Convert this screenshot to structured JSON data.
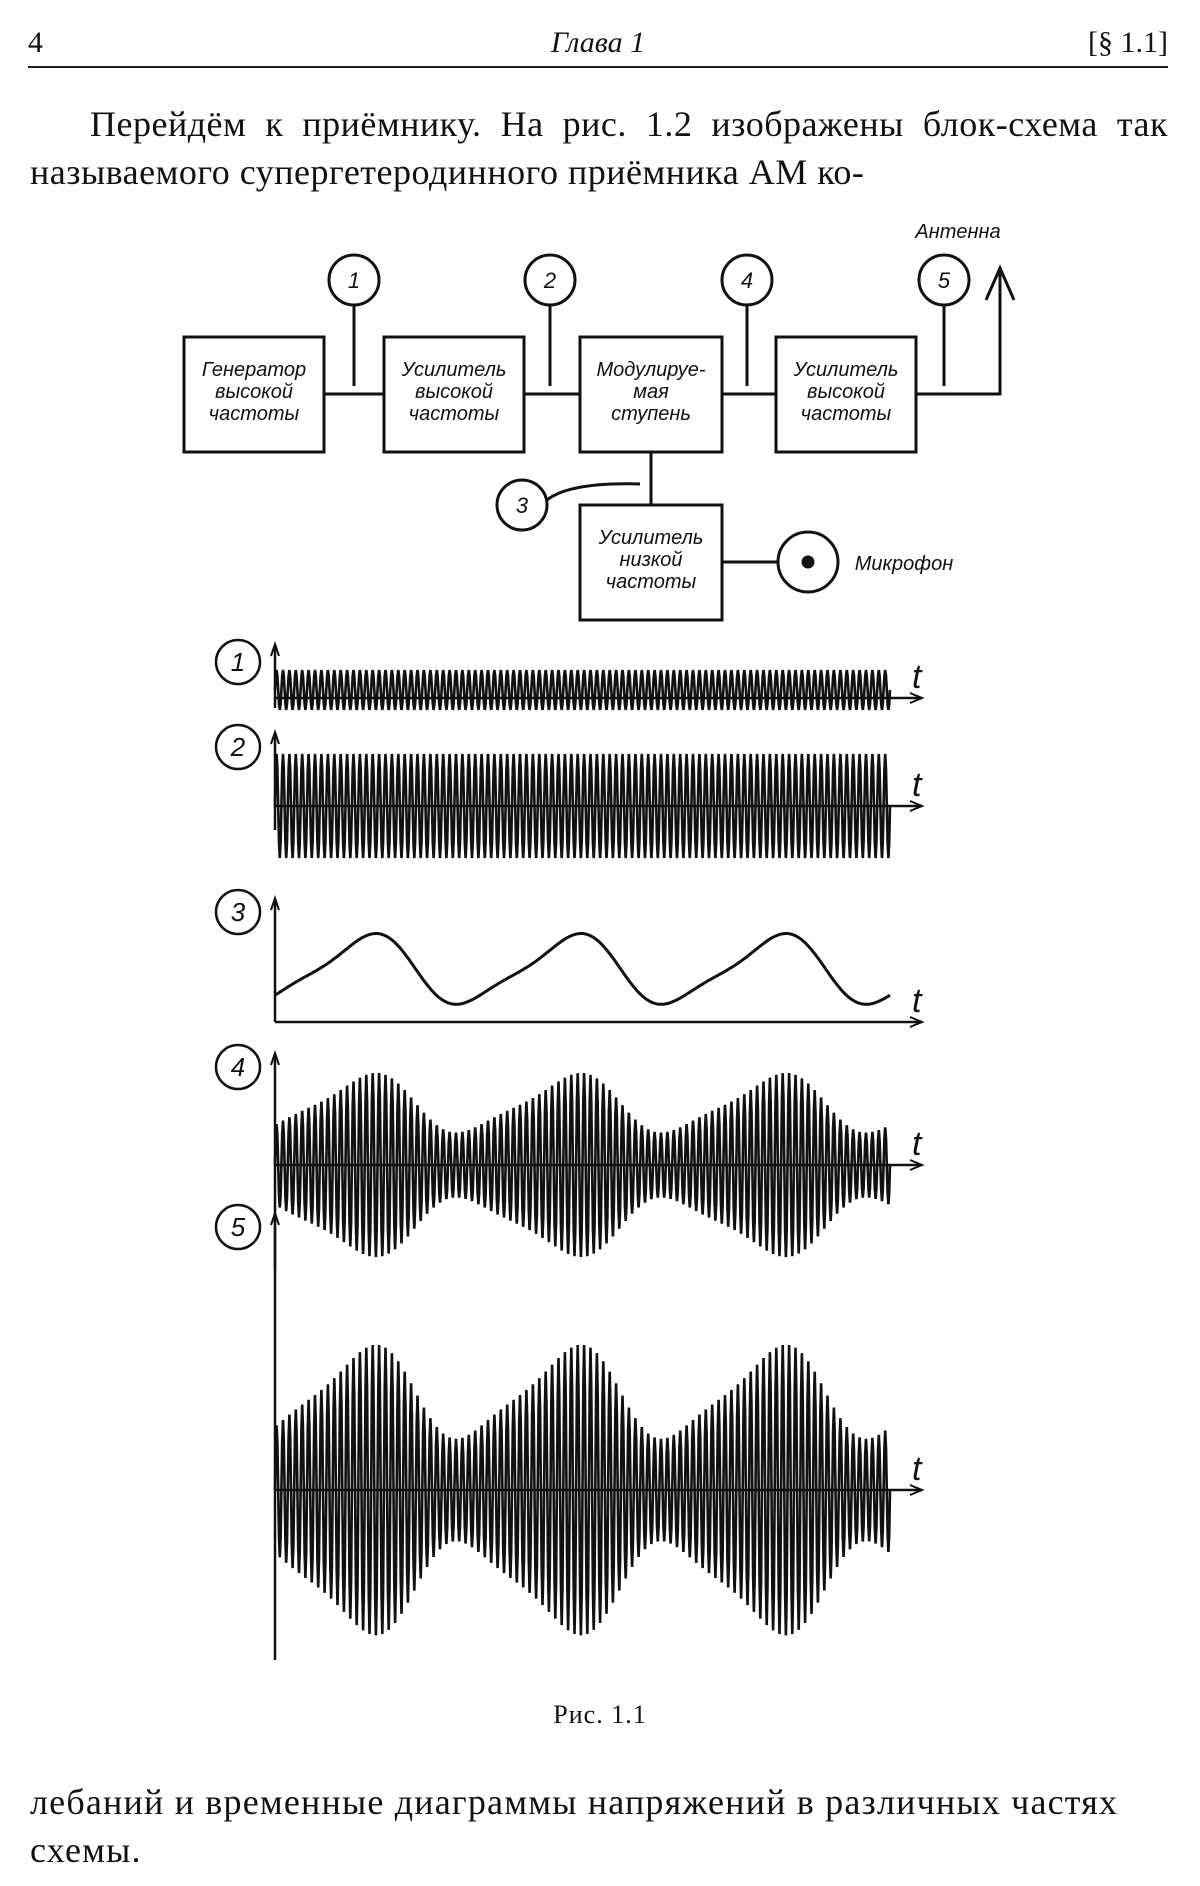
{
  "header": {
    "page_number": "4",
    "chapter": "Глава 1",
    "section": "[§ 1.1]"
  },
  "paragraph_1": "Перейдём к приёмнику. На рис. 1.2 изображены блок-схема так называемого супергетеродинного приёмника АМ ко-",
  "paragraph_2": "лебаний и временные диаграммы напряжений в различных частях схемы.",
  "diagram": {
    "antenna_label": "Антенна",
    "microphone_label": "Микрофон",
    "blocks": [
      {
        "id": "generator",
        "lines": [
          "Генератор",
          "высокой",
          "частоты"
        ]
      },
      {
        "id": "hf-amplifier-1",
        "lines": [
          "Усилитель",
          "высокой",
          "частоты"
        ]
      },
      {
        "id": "modulating-stage",
        "lines": [
          "Модулируе-",
          "мая",
          "ступень"
        ]
      },
      {
        "id": "hf-amplifier-2",
        "lines": [
          "Усилитель",
          "высокой",
          "частоты"
        ]
      },
      {
        "id": "lf-amplifier",
        "lines": [
          "Усилитель",
          "низкой",
          "частоты"
        ]
      }
    ],
    "test_points": [
      "1",
      "2",
      "3",
      "4",
      "5"
    ]
  },
  "chart_data": [
    {
      "type": "line",
      "label": "1",
      "xlabel": "t",
      "waveform": "carrier",
      "carrier_cycles": 96,
      "amplitude": 0.18,
      "modulation_depth": 0
    },
    {
      "type": "line",
      "label": "2",
      "xlabel": "t",
      "waveform": "carrier",
      "carrier_cycles": 96,
      "amplitude": 0.9,
      "modulation_depth": 0
    },
    {
      "type": "line",
      "label": "3",
      "xlabel": "t",
      "waveform": "modulating_signal",
      "periods": 3,
      "shape": "rounded peaks with shoulder on rising edge"
    },
    {
      "type": "line",
      "label": "4",
      "xlabel": "t",
      "waveform": "am_signal",
      "carrier_cycles": 96,
      "modulation_depth": 0.55
    },
    {
      "type": "line",
      "label": "5",
      "xlabel": "t",
      "waveform": "am_signal",
      "carrier_cycles": 96,
      "modulation_depth": 0.55
    }
  ],
  "caption": "Рис. 1.1"
}
